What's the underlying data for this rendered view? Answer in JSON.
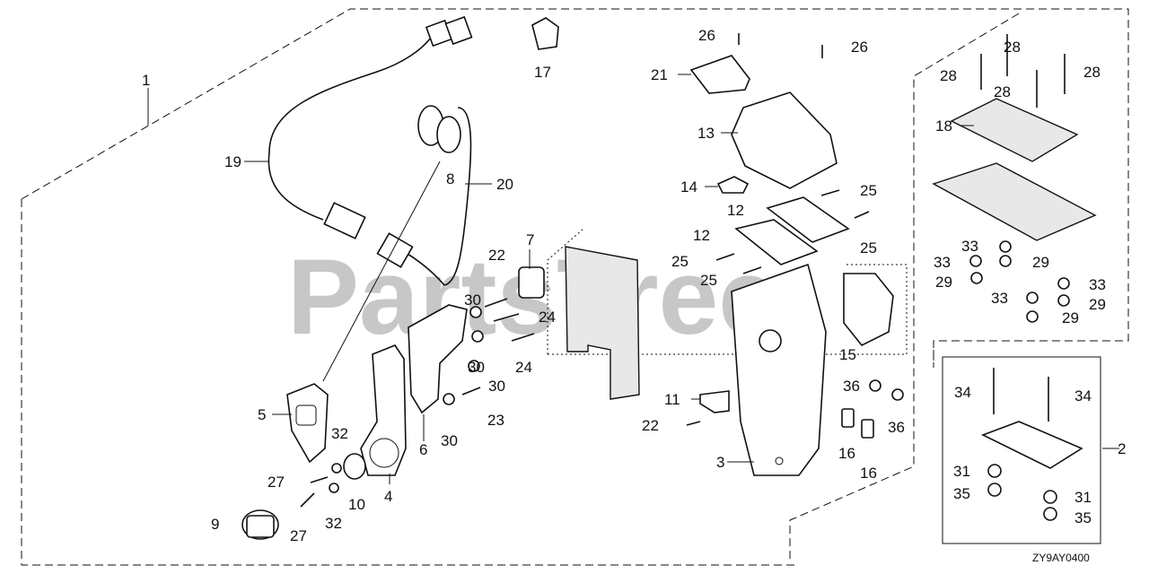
{
  "watermark": "PartsTree",
  "diagram_code": "ZY9AY0400",
  "labels": {
    "l1": "1",
    "l2": "2",
    "l3": "3",
    "l4": "4",
    "l5": "5",
    "l6": "6",
    "l7": "7",
    "l8": "8",
    "l9": "9",
    "l10": "10",
    "l11": "11",
    "l12a": "12",
    "l12b": "12",
    "l13": "13",
    "l14": "14",
    "l15": "15",
    "l16a": "16",
    "l16b": "16",
    "l17": "17",
    "l18": "18",
    "l19": "19",
    "l20": "20",
    "l21": "21",
    "l22a": "22",
    "l22b": "22",
    "l23": "23",
    "l24a": "24",
    "l24b": "24",
    "l25a": "25",
    "l25b": "25",
    "l25c": "25",
    "l25d": "25",
    "l26a": "26",
    "l26b": "26",
    "l27a": "27",
    "l27b": "27",
    "l28a": "28",
    "l28b": "28",
    "l28c": "28",
    "l28d": "28",
    "l29a": "29",
    "l29b": "29",
    "l29c": "29",
    "l29d": "29",
    "l30a": "30",
    "l30b": "30",
    "l30c": "30",
    "l30d": "30",
    "l31a": "31",
    "l31b": "31",
    "l32a": "32",
    "l32b": "32",
    "l33a": "33",
    "l33b": "33",
    "l33c": "33",
    "l33d": "33",
    "l34a": "34",
    "l34b": "34",
    "l35a": "35",
    "l35b": "35",
    "l36a": "36",
    "l36b": "36"
  }
}
